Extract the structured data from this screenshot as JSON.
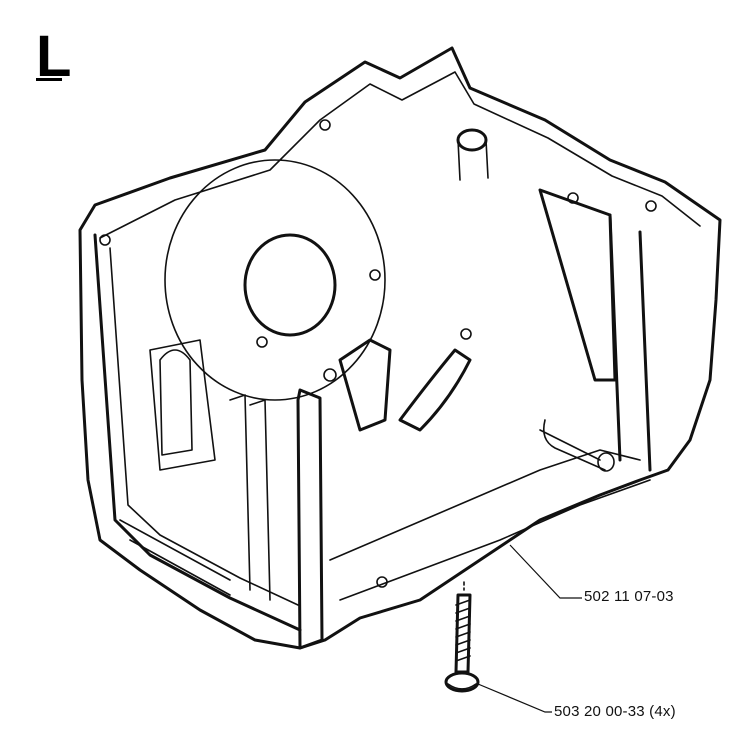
{
  "diagram": {
    "section_letter": "L",
    "parts": [
      {
        "part_number": "502 11 07-03"
      },
      {
        "part_number": "503 20 00-33 (4x)"
      }
    ]
  }
}
